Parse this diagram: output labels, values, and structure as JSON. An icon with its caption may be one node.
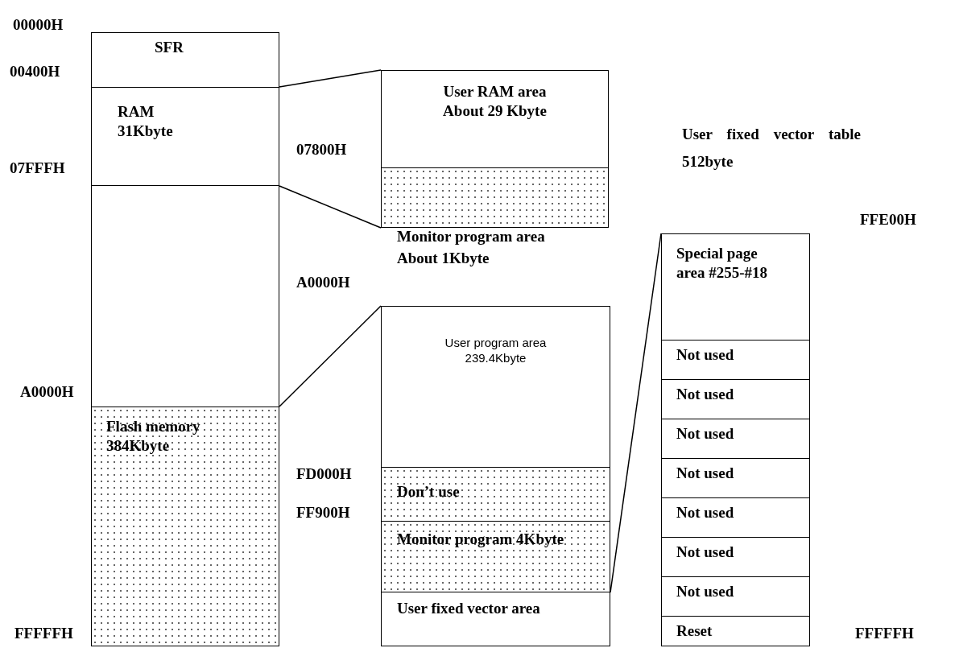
{
  "diagram": {
    "nodes": [
      {
        "text": [
          "SFR"
        ]
      },
      {
        "text": [
          "RAM",
          "31Kbyte"
        ]
      },
      {
        "text": [],
        "shape": "box"
      },
      {
        "text": [
          "Flash memory",
          "384Kbyte"
        ]
      },
      {
        "text": [
          "User RAM area",
          "About 29 Kbyte"
        ]
      },
      {
        "text": [],
        "shape": "box",
        "beside": [
          "Monitor program area",
          "About 1Kbyte"
        ]
      },
      {
        "text": [
          "User program area",
          "239.4Kbyte"
        ]
      },
      {
        "text": [
          "Don’t use"
        ]
      },
      {
        "text": [
          "Monitor program 4Kbyte"
        ]
      },
      {
        "text": [
          "User fixed vector area"
        ]
      },
      {
        "text": [
          "Special page area #255-#18"
        ]
      },
      {
        "text": [
          "Not used"
        ]
      },
      {
        "text": [
          "Not used"
        ]
      },
      {
        "text": [
          "Not used"
        ]
      },
      {
        "text": [
          "Not used"
        ]
      },
      {
        "text": [
          "Not used"
        ]
      },
      {
        "text": [
          "Not used"
        ]
      },
      {
        "text": [
          "Not used"
        ]
      },
      {
        "text": [
          "Reset"
        ]
      }
    ],
    "edges": [
      {
        "from": 1,
        "to": 4,
        "arrow": "none"
      },
      {
        "from": 1,
        "to": 5,
        "arrow": "none"
      },
      {
        "from": 3,
        "to": 6,
        "arrow": "none"
      },
      {
        "from": 8,
        "to": 10,
        "arrow": "none"
      }
    ],
    "labels": [
      "00000H",
      "00400H",
      "User fixed vector table 512byte",
      "07800H",
      "07FFFH",
      "FFE00H",
      "A0000H",
      "A0000H",
      "FD000H",
      "FF900H",
      "FFFFFH",
      "FFFFFH"
    ]
  }
}
